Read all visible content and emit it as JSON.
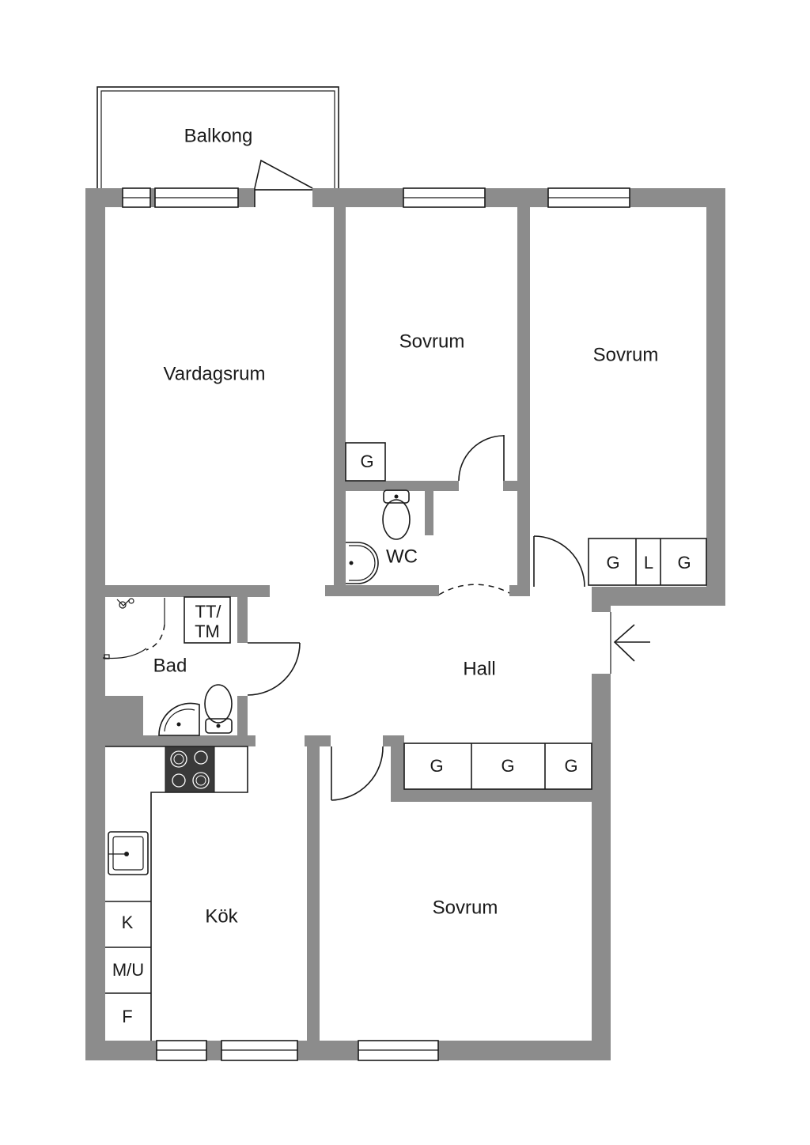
{
  "rooms": {
    "balcony": "Balkong",
    "living": "Vardagsrum",
    "bedroom_1": "Sovrum",
    "bedroom_2": "Sovrum",
    "bedroom_3": "Sovrum",
    "wc": "WC",
    "bath": "Bad",
    "hall": "Hall",
    "kitchen": "Kök"
  },
  "fixtures": {
    "wardrobe": "G",
    "linen": "L",
    "washer_dryer_line1": "TT/",
    "washer_dryer_line2": "TM",
    "fridge": "K",
    "microwave_oven": "M/U",
    "freezer": "F"
  },
  "colors": {
    "wall": "#8c8c8c",
    "line": "#1a1a1a",
    "background": "#ffffff"
  },
  "icons": [
    "entrance-arrow-icon",
    "stove-icon",
    "sink-icon",
    "toilet-icon",
    "washbasin-icon"
  ]
}
